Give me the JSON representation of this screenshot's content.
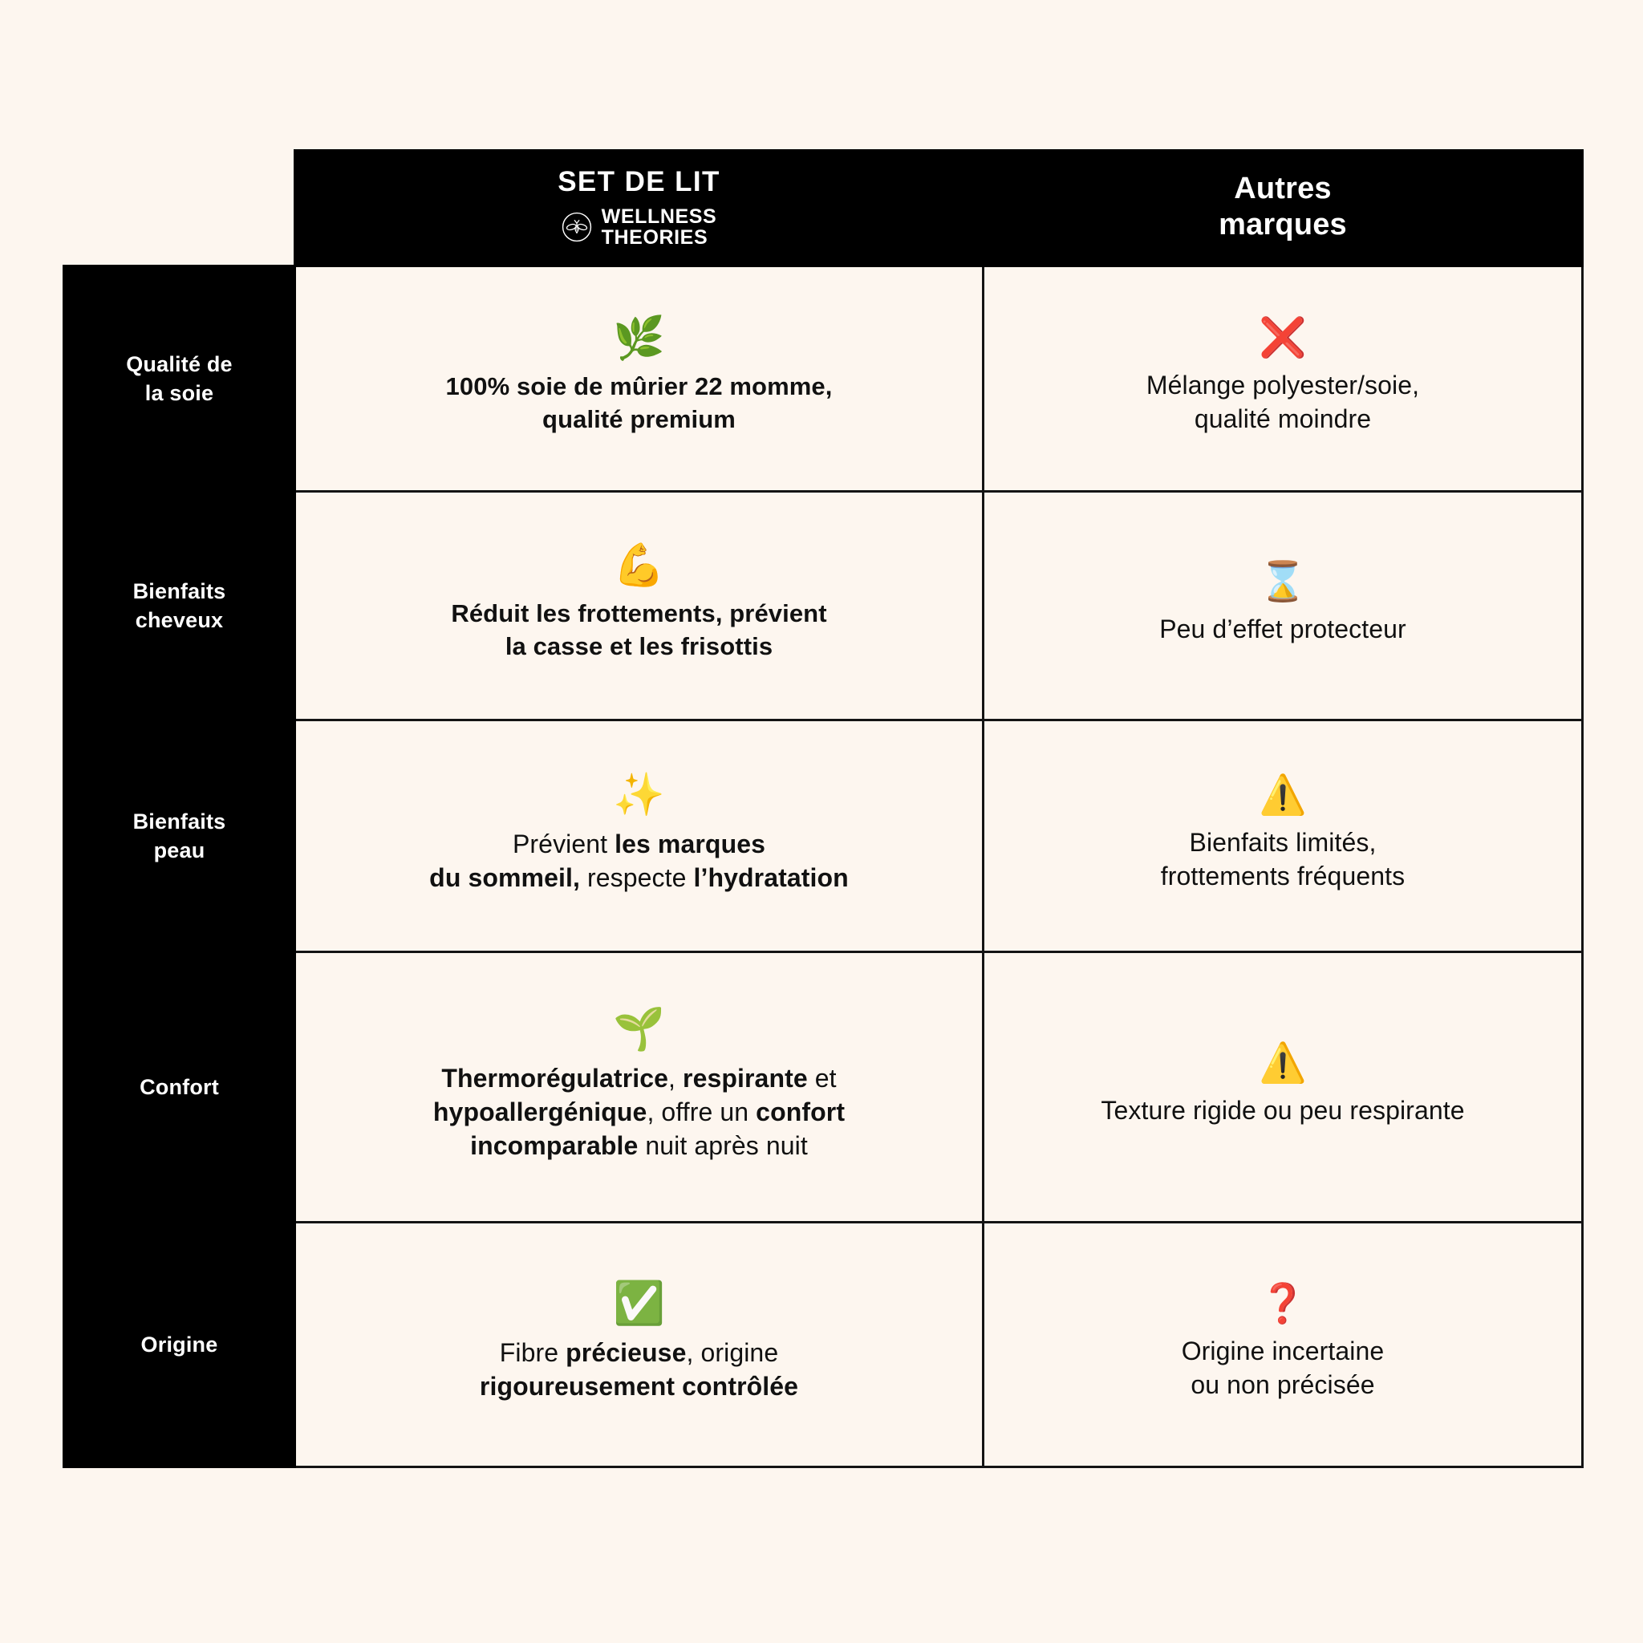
{
  "page": {
    "background_color": "#fdf6ef",
    "text_color": "#111111",
    "accent_black": "#000000"
  },
  "header": {
    "brand": {
      "title": "SET DE LIT",
      "logo_icon": "bee-circle-logo",
      "wordmark_line1": "WELLNESS",
      "wordmark_line2": "THEORIES"
    },
    "other": {
      "line1": "Autres",
      "line2": "marques"
    }
  },
  "rows": [
    {
      "label_line1": "Qualité de",
      "label_line2": "la soie",
      "brand": {
        "icon": "herb-leaf-emoji",
        "emoji": "🌿",
        "text_html": "100% soie de mûrier 22 momme,<br>qualité premium",
        "text_plain": "100% soie de mûrier 22 momme, qualité premium",
        "weight": "bold"
      },
      "other": {
        "icon": "red-cross-mark-emoji",
        "emoji": "❌",
        "text_html": "Mélange polyester/soie,<br>qualité moindre",
        "text_plain": "Mélange polyester/soie, qualité moindre",
        "weight": "regular"
      }
    },
    {
      "label_line1": "Bienfaits",
      "label_line2": "cheveux",
      "brand": {
        "icon": "flexed-biceps-emoji",
        "emoji": "💪",
        "text_html": "Réduit les frottements, prévient<br>la casse et les frisottis",
        "text_plain": "Réduit les frottements, prévient la casse et les frisottis",
        "weight": "bold"
      },
      "other": {
        "icon": "hourglass-emoji",
        "emoji": "⌛",
        "text_html": "Peu d’effet protecteur",
        "text_plain": "Peu d’effet protecteur",
        "weight": "regular"
      }
    },
    {
      "label_line1": "Bienfaits",
      "label_line2": "peau",
      "brand": {
        "icon": "sparkles-emoji",
        "emoji": "✨",
        "text_html": "Prévient <b>les marques</b><br><b>du sommeil,</b> respecte <b>l’hydratation</b>",
        "text_plain": "Prévient les marques du sommeil, respecte l’hydratation",
        "weight": "mixed"
      },
      "other": {
        "icon": "warning-triangle-emoji",
        "emoji": "⚠️",
        "text_html": "Bienfaits limités,<br>frottements fréquents",
        "text_plain": "Bienfaits limités, frottements fréquents",
        "weight": "regular"
      }
    },
    {
      "label_line1": "Confort",
      "label_line2": "",
      "brand": {
        "icon": "seedling-emoji",
        "emoji": "🌱",
        "text_html": "<b>Thermorégulatrice</b>, <b>respirante</b> et<br><b>hypoallergénique</b>, offre un <b>confort</b><br><b>incomparable</b> nuit après nuit",
        "text_plain": "Thermorégulatrice, respirante et hypoallergénique, offre un confort incomparable nuit après nuit",
        "weight": "mixed"
      },
      "other": {
        "icon": "warning-triangle-emoji",
        "emoji": "⚠️",
        "text_html": "Texture rigide ou peu respirante",
        "text_plain": "Texture rigide ou peu respirante",
        "weight": "regular"
      }
    },
    {
      "label_line1": "Origine",
      "label_line2": "",
      "brand": {
        "icon": "green-check-mark-button-emoji",
        "emoji": "✅",
        "text_html": "Fibre <b>précieuse</b>, origine<br><b>rigoureusement contrôlée</b>",
        "text_plain": "Fibre précieuse, origine rigoureusement contrôlée",
        "weight": "mixed"
      },
      "other": {
        "icon": "red-question-mark-emoji",
        "emoji": "❓",
        "text_html": "Origine incertaine<br>ou non précisée",
        "text_plain": "Origine incertaine ou non précisée",
        "weight": "regular"
      }
    }
  ]
}
